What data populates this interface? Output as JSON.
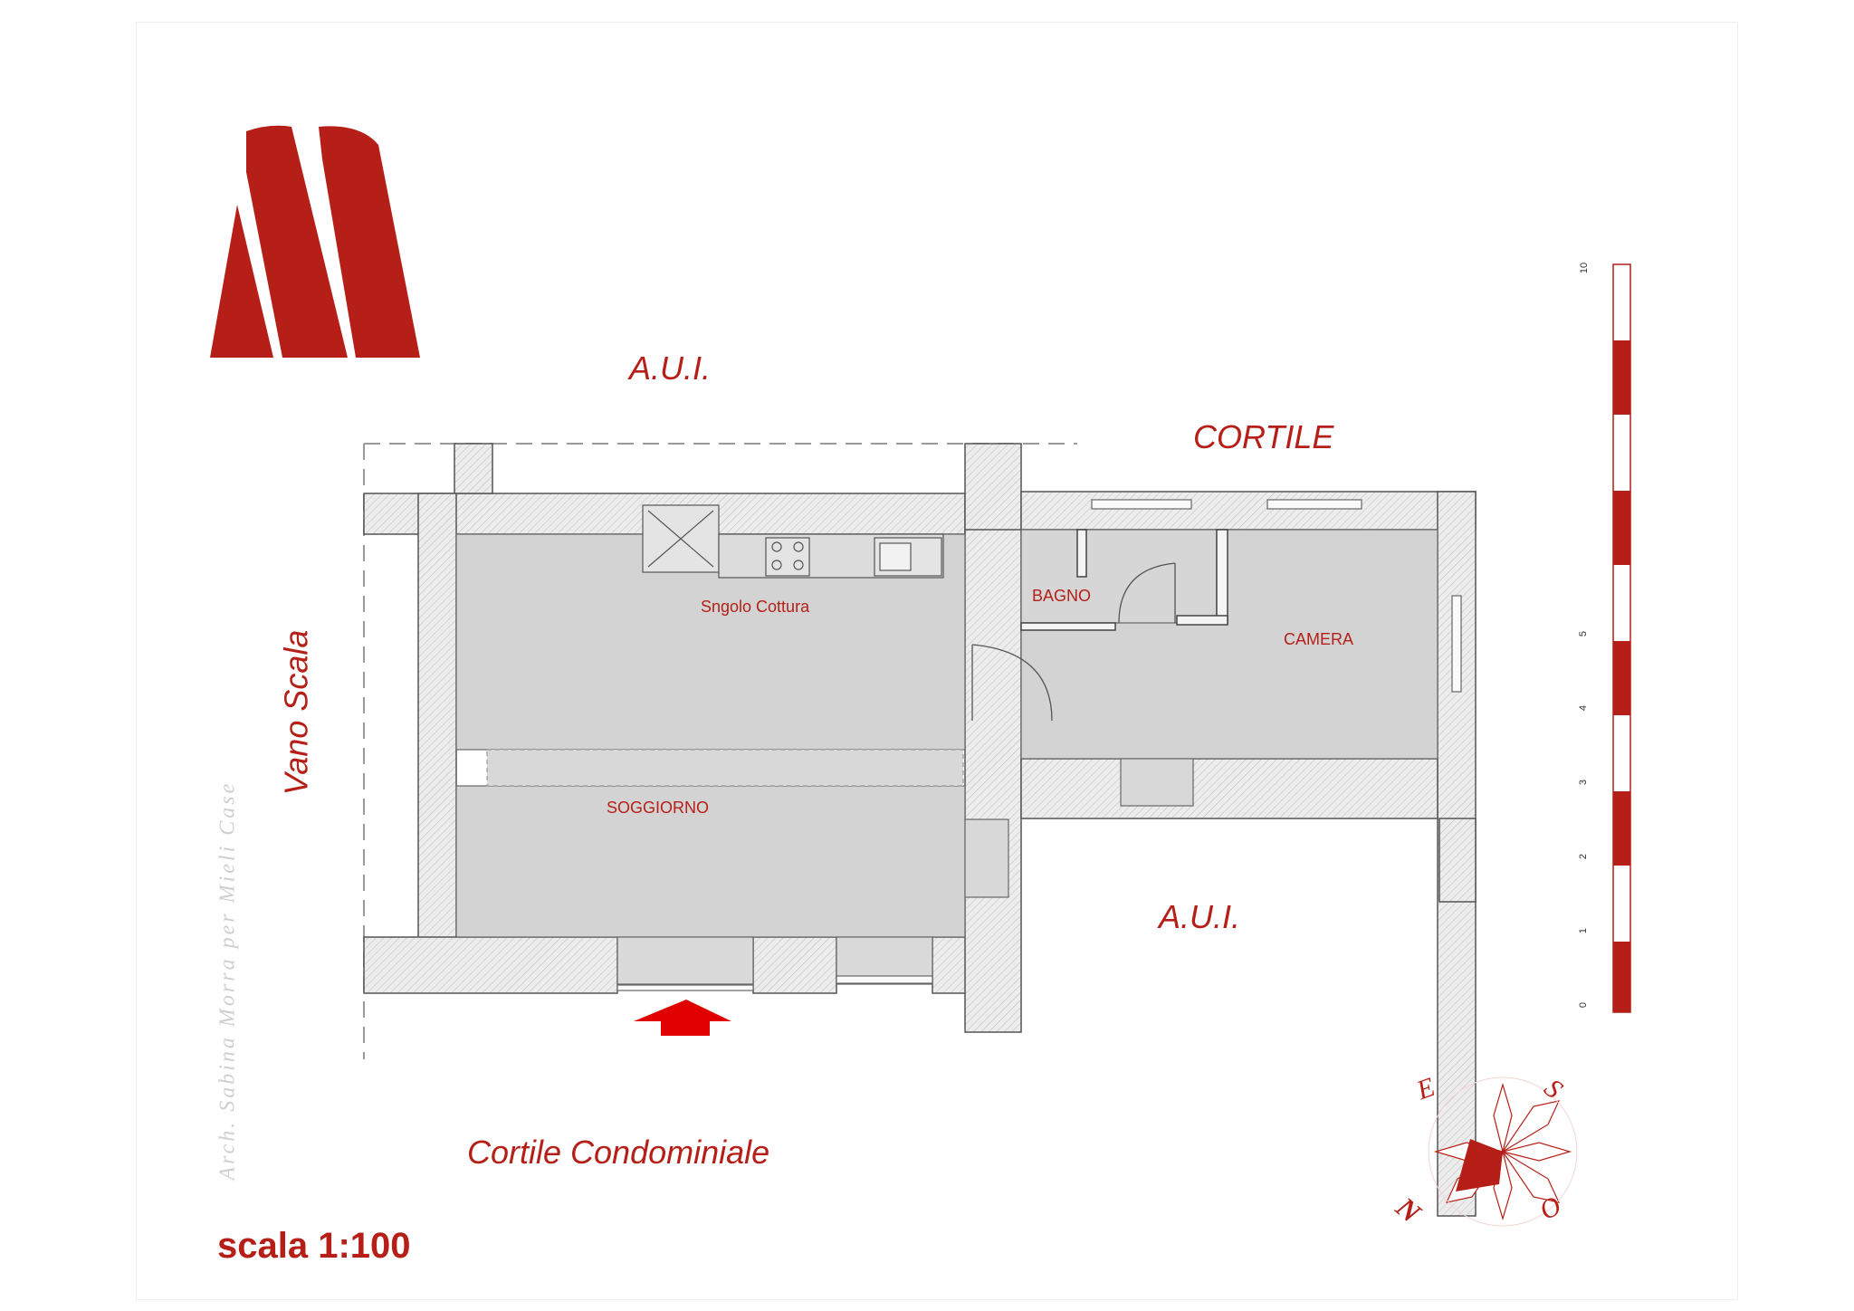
{
  "labels": {
    "aui_top": "A.U.I.",
    "cortile": "CORTILE",
    "vano_scala": "Vano Scala",
    "aui_bottom": "A.U.I.",
    "cortile_condominiale": "Cortile Condominiale",
    "scala": "scala 1:100"
  },
  "rooms": {
    "cucina": "Sngolo Cottura",
    "bagno": "BAGNO",
    "camera": "CAMERA",
    "soggiorno": "SOGGIORNO"
  },
  "credit": "Arch. Sabina Morra per Mieli Case",
  "scale_bar": {
    "ticks": [
      "0",
      "1",
      "2",
      "3",
      "4",
      "5",
      "10"
    ]
  },
  "compass": {
    "letters": [
      "N",
      "E",
      "S",
      "O"
    ]
  },
  "colors": {
    "brand_red": "#b51f17",
    "wall_hatch": "#e6e6e6",
    "floor": "#d3d3d3",
    "entrance_arrow": "#e00000"
  }
}
